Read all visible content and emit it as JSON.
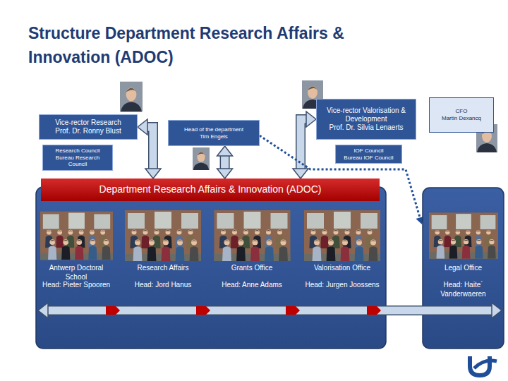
{
  "diagram": {
    "title": "Structure Department Research Affairs & Innovation (ADOC)",
    "nodes": [
      {
        "text": [
          "Vice-rector Research",
          "Prof. Dr. Ronny Blust"
        ]
      },
      {
        "text": [
          "Head of the department",
          "Tim Engels"
        ]
      },
      {
        "text": [
          "Vice-rector Valorisation & Development",
          "Prof. Dr. Silvia Lenaerts"
        ]
      },
      {
        "text": [
          "CFO",
          "Martin Dexancq"
        ]
      },
      {
        "text": [
          "Research Council",
          "Bureau Research Council"
        ]
      },
      {
        "text": [
          "IOF Council",
          "Bureau IOF Council"
        ]
      },
      {
        "text": [
          "Department Research Affairs & Innovation (ADOC)",
          "Antwerp Doctoral School",
          "Head: Pieter Spooren",
          "Research Affairs",
          "Head: Jord Hanus",
          "Grants Office",
          "Head: Anne Adams",
          "Valorisation Office",
          "Head: Jurgen Joossens"
        ]
      },
      {
        "text": [
          "Legal Office",
          "Head: Haite´ Vanderwaeren"
        ]
      }
    ],
    "edges": [
      {
        "from": 0,
        "to": 6,
        "arrow": "both"
      },
      {
        "from": 1,
        "to": 6,
        "arrow": "both"
      },
      {
        "from": 2,
        "to": 6,
        "arrow": "both"
      },
      {
        "from": 1,
        "to": 7,
        "arrow": "to"
      }
    ]
  }
}
